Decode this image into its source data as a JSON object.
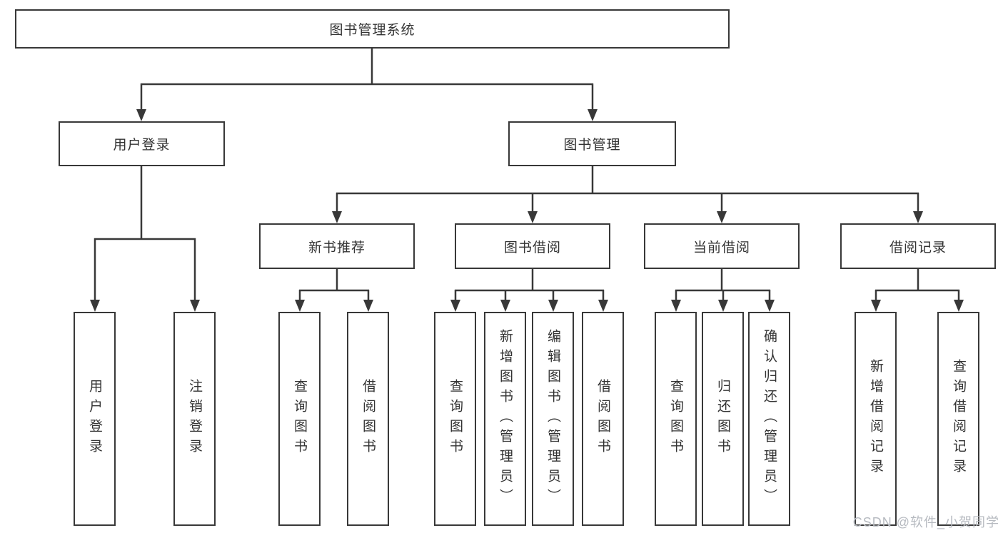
{
  "nodes": {
    "root": "图书管理系统",
    "user_login": "用户登录",
    "book_mgmt": "图书管理",
    "new_books": "新书推荐",
    "book_borrow": "图书借阅",
    "current_borrow": "当前借阅",
    "borrow_records": "借阅记录",
    "ul_children": [
      "用户登录",
      "注销登录"
    ],
    "nb_children": [
      "查询图书",
      "借阅图书"
    ],
    "bb_children": [
      "查询图书",
      "新增图书（管理员）",
      "编辑图书（管理员）",
      "借阅图书"
    ],
    "cb_children": [
      "查询图书",
      "归还图书",
      "确认归还（管理员）"
    ],
    "br_children": [
      "新增借阅记录",
      "查询借阅记录"
    ]
  },
  "edges": [
    [
      "图书管理系统",
      "用户登录"
    ],
    [
      "图书管理系统",
      "图书管理"
    ],
    [
      "用户登录",
      "用户登录"
    ],
    [
      "用户登录",
      "注销登录"
    ],
    [
      "图书管理",
      "新书推荐"
    ],
    [
      "图书管理",
      "图书借阅"
    ],
    [
      "图书管理",
      "当前借阅"
    ],
    [
      "图书管理",
      "借阅记录"
    ],
    [
      "新书推荐",
      "查询图书"
    ],
    [
      "新书推荐",
      "借阅图书"
    ],
    [
      "图书借阅",
      "查询图书"
    ],
    [
      "图书借阅",
      "新增图书（管理员）"
    ],
    [
      "图书借阅",
      "编辑图书（管理员）"
    ],
    [
      "图书借阅",
      "借阅图书"
    ],
    [
      "当前借阅",
      "查询图书"
    ],
    [
      "当前借阅",
      "归还图书"
    ],
    [
      "当前借阅",
      "确认归还（管理员）"
    ],
    [
      "借阅记录",
      "新增借阅记录"
    ],
    [
      "借阅记录",
      "查询借阅记录"
    ]
  ],
  "watermark": "CSDN @软件_小贺同学",
  "colors": {
    "line": "#383838",
    "text": "#333333",
    "box_bg": "#ffffff",
    "watermark": "#b6bac0"
  }
}
